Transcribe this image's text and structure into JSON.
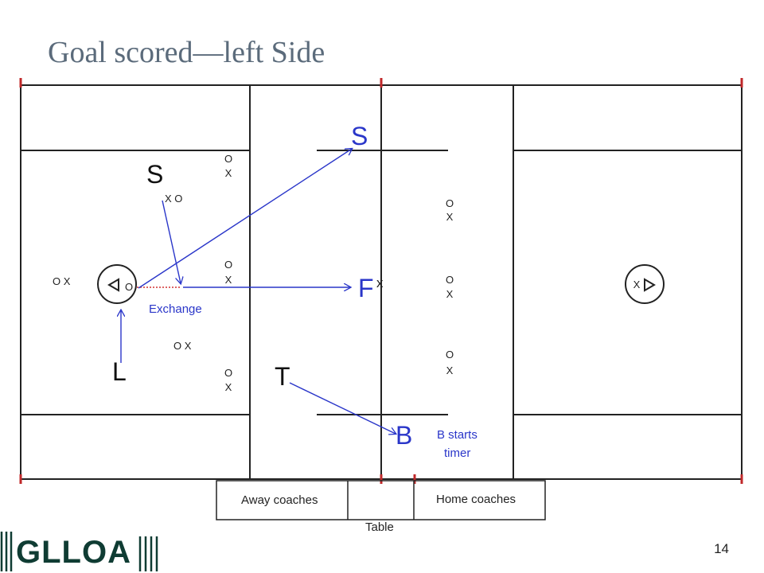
{
  "slide": {
    "title": "Goal scored—left Side",
    "number": "14",
    "logo_text": "GLLOA"
  },
  "diagram": {
    "players": {
      "s_left": "S",
      "s_top": "S",
      "f": "F",
      "l": "L",
      "t": "T",
      "b": "B",
      "x_near_f": "x"
    },
    "labels": {
      "exchange": "Exchange",
      "b_starts_1": "B starts",
      "b_starts_2": "timer",
      "away_coaches": "Away coaches",
      "home_coaches": "Home coaches",
      "table": "Table"
    },
    "marks": {
      "x": "X",
      "o": "O",
      "xo": "X O",
      "ox": "O  X"
    },
    "colors": {
      "arrow": "#2a36c9",
      "line": "#222222",
      "tick": "#c0282a",
      "exchange_dash": "#d23030"
    }
  }
}
